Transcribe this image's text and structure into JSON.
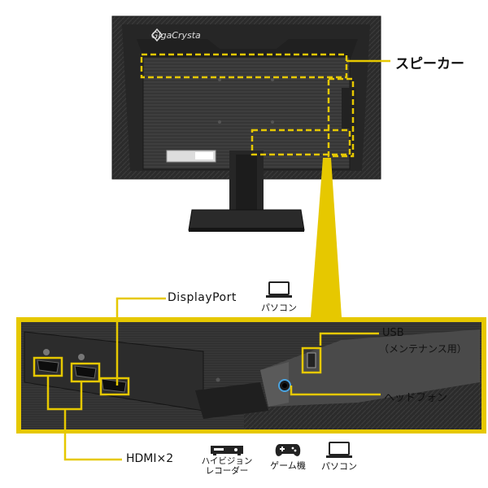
{
  "brand": "GigaCrysta",
  "labels": {
    "speaker": "スピーカー",
    "displayport": "DisplayPort",
    "pc_top": "パソコン",
    "usb_line1": "USB",
    "usb_line2": "（メンテナンス用）",
    "headphone": "ヘッドフォン",
    "hdmi": "HDMI×2",
    "recorder_line1": "ハイビジョン",
    "recorder_line2": "レコーダー",
    "game": "ゲーム機",
    "pc_bottom": "パソコン"
  },
  "icons": [
    "laptop-icon",
    "recorder-icon",
    "gamepad-icon",
    "laptop-icon"
  ],
  "colors": {
    "accent_yellow": "#e6c800",
    "monitor_body": "#2a2a2a",
    "panel_dark": "#1d1d1d"
  }
}
